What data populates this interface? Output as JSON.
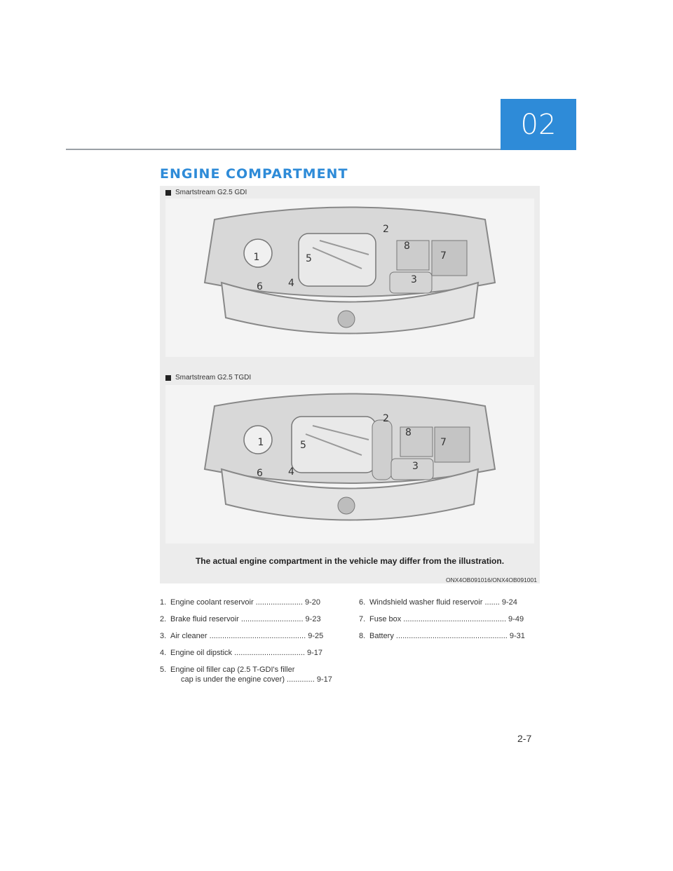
{
  "chapter": {
    "number": "02"
  },
  "section": {
    "title": "ENGINE COMPARTMENT"
  },
  "figures": {
    "top_label": "Smartstream G2.5 GDI",
    "bottom_label": "Smartstream G2.5 TGDI",
    "caption": "The actual engine compartment in the vehicle may differ from the illustration.",
    "code": "ONX4OB091016/ONX4OB091001",
    "callouts": [
      "1",
      "2",
      "3",
      "4",
      "5",
      "6",
      "7",
      "8"
    ]
  },
  "parts_left": [
    {
      "num": "1.",
      "text": "Engine coolant reservoir ...................... 9-20"
    },
    {
      "num": "2.",
      "text": "Brake fluid reservoir ............................. 9-23"
    },
    {
      "num": "3.",
      "text": "Air cleaner ............................................. 9-25"
    },
    {
      "num": "4.",
      "text": "Engine oil dipstick ................................. 9-17"
    },
    {
      "num": "5.",
      "text": "Engine oil filler cap (2.5 T-GDI's filler",
      "cont": "cap is under the engine cover) ............. 9-17"
    }
  ],
  "parts_right": [
    {
      "num": "6.",
      "text": "Windshield washer fluid reservoir ....... 9-24"
    },
    {
      "num": "7.",
      "text": "Fuse box ................................................ 9-49"
    },
    {
      "num": "8.",
      "text": "Battery .................................................... 9-31"
    }
  ],
  "page": {
    "number": "2-7"
  }
}
